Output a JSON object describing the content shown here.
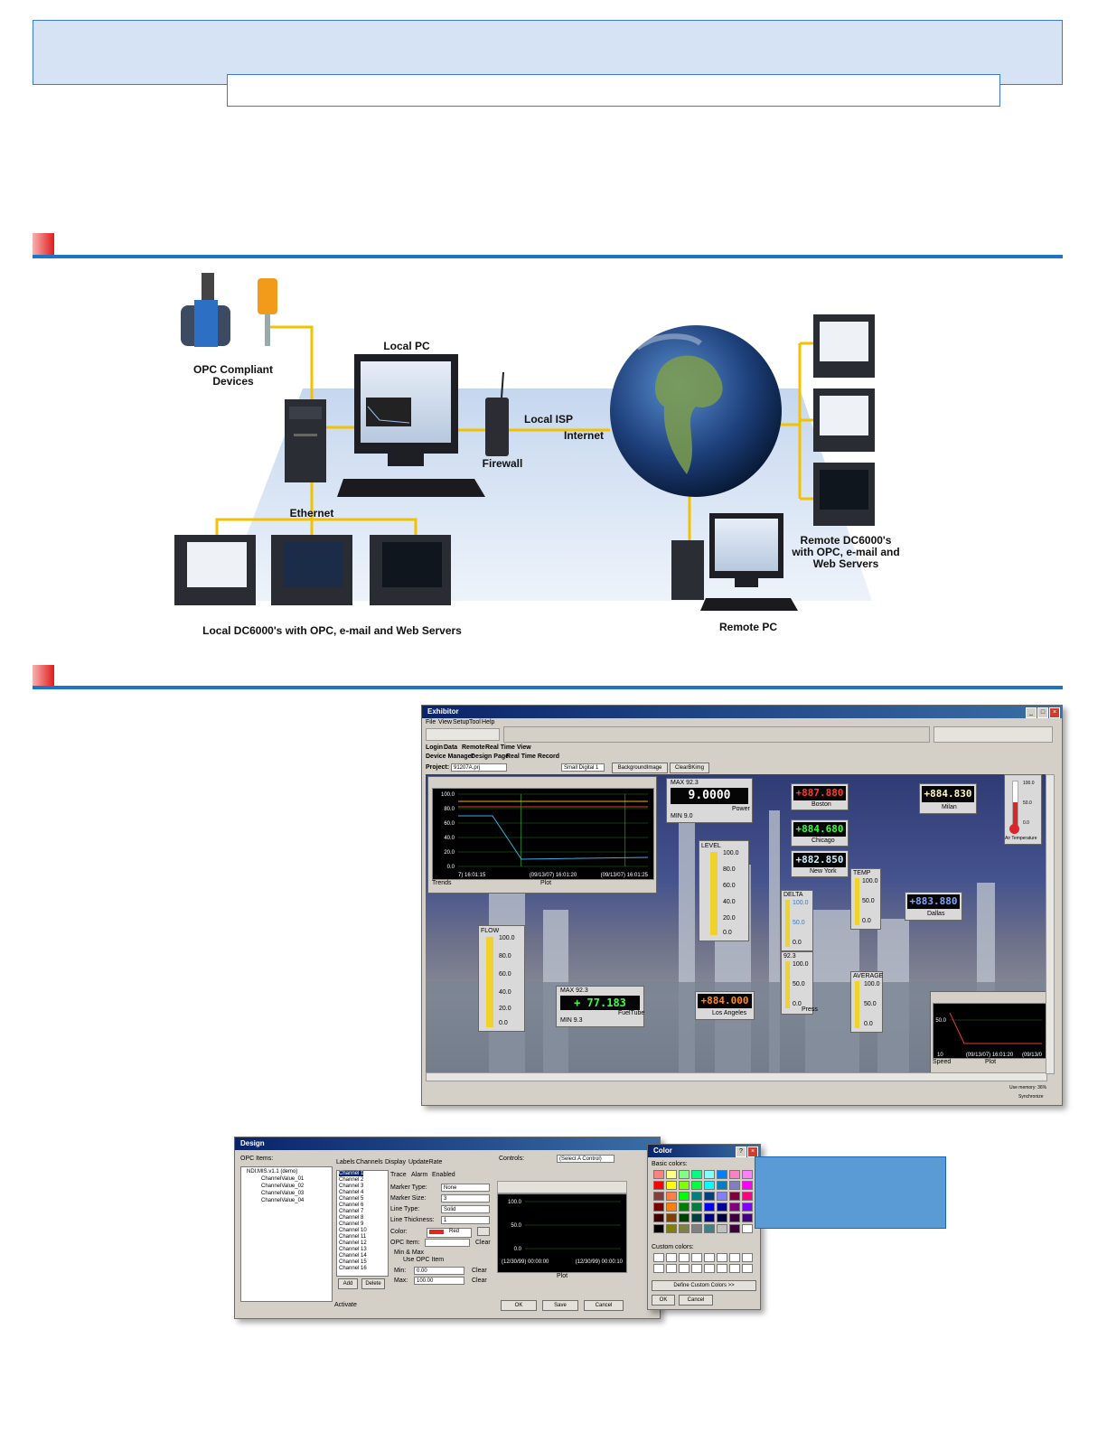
{
  "diagram": {
    "opc_devices": "OPC Compliant\nDevices",
    "local_pc": "Local PC",
    "local_isp": "Local ISP",
    "internet": "Internet",
    "firewall": "Firewall",
    "ethernet": "Ethernet",
    "remote_dc6000": "Remote DC6000's\nwith OPC, e-mail and\nWeb Servers",
    "remote_pc": "Remote PC",
    "local_dc6000": "Local DC6000's with OPC, e-mail and Web Servers"
  },
  "exhibitor": {
    "title": "Exhibitor",
    "menu": [
      "File",
      "View",
      "Setup",
      "Tool",
      "Help"
    ],
    "tabs_row1": [
      "Login",
      "Data",
      "Remote",
      "Real Time View"
    ],
    "tabs_row2": [
      "Device Manager",
      "Design Page",
      "Real Time Record"
    ],
    "project_label": "Project:",
    "project_value": "91207A.prj",
    "display_select": "Small Digital 1",
    "btn_background": "BackgroundImage",
    "btn_clear": "ClearBKimg",
    "trend": {
      "y_ticks": [
        "100.0",
        "80.0",
        "60.0",
        "40.0",
        "20.0",
        "0.0"
      ],
      "x_ticks": [
        "7) 16:01:15",
        "(09/13/07) 16:01:20",
        "(09/13/07) 16:01:25"
      ],
      "footer_left": "Trends",
      "footer_center": "Plot"
    },
    "power": {
      "max": "MAX  92.3",
      "value": "9.0000",
      "min": "MIN  9.0",
      "label": "Power"
    },
    "level": {
      "title": "LEVEL",
      "ticks": [
        "100.0",
        "80.0",
        "60.0",
        "40.0",
        "20.0",
        "0.0"
      ]
    },
    "flow": {
      "title": "FLOW",
      "ticks": [
        "100.0",
        "80.0",
        "60.0",
        "40.0",
        "20.0",
        "0.0"
      ]
    },
    "fuel": {
      "max": "MAX  92.3",
      "value": "+ 77.183",
      "min": "MIN  9.3",
      "label": "FuelTube"
    },
    "boston": {
      "value": "+887.880",
      "label": "Boston"
    },
    "chicago": {
      "value": "+884.680",
      "label": "Chicago"
    },
    "newyork": {
      "value": "+882.850",
      "label": "New York"
    },
    "milan": {
      "value": "+884.830",
      "label": "Milan"
    },
    "dallas": {
      "value": "+883.880",
      "label": "Dallas"
    },
    "losangeles": {
      "value": "+884.000",
      "label": "Los Angeles"
    },
    "temp": {
      "title": "TEMP",
      "ticks": [
        "100.0",
        "50.0",
        "0.0"
      ]
    },
    "delta": {
      "title": "DELTA",
      "ticks": [
        "100.0",
        "50.0",
        "0.0"
      ]
    },
    "press": {
      "title": "92.3",
      "ticks": [
        "100.0",
        "50.0",
        "0.0"
      ],
      "label": "Press"
    },
    "average": {
      "title": "AVERAGE",
      "ticks": [
        "100.0",
        "50.0",
        "0.0"
      ]
    },
    "air": {
      "ticks": [
        "100.0",
        "50.0",
        "0.0"
      ],
      "label": "Air Temperature"
    },
    "speed": {
      "y_tick": "50.0",
      "x_ticks": [
        "10",
        "(09/13/07) 16:01:20",
        "(09/13/0"
      ],
      "footer_left": "Speed",
      "footer_center": "Plot"
    },
    "status_memory": "Use memory: 36%",
    "status_sync": "Synchronize"
  },
  "design": {
    "title": "Design",
    "opc_items_label": "OPC Items:",
    "tree": [
      "NDI:MIS.v1.1 (demo)",
      "ChannelValue_01",
      "ChannelValue_02",
      "ChannelValue_03",
      "ChannelValue_04"
    ],
    "tabs": [
      "Labels",
      "Channels",
      "Display",
      "UpdateRate"
    ],
    "channels": [
      "Channel 1",
      "Channel 2",
      "Channel 3",
      "Channel 4",
      "Channel 5",
      "Channel 6",
      "Channel 7",
      "Channel 8",
      "Channel 9",
      "Channel 10",
      "Channel 11",
      "Channel 12",
      "Channel 13",
      "Channel 14",
      "Channel 15",
      "Channel 16"
    ],
    "subtabs": [
      "Trace",
      "Alarm",
      "Enabled"
    ],
    "marker_type_label": "Marker Type:",
    "marker_type_value": "None",
    "marker_size_label": "Marker Size:",
    "marker_size_value": "3",
    "line_type_label": "Line Type:",
    "line_type_value": "Solid",
    "line_thick_label": "Line Thickness:",
    "line_thick_value": "1",
    "color_label": "Color:",
    "color_value": "Red",
    "opc_item_label": "OPC Item:",
    "clear": "Clear",
    "minmax_label": "Min & Max",
    "use_opc": "Use OPC Item",
    "min_label": "Min:",
    "min_value": "0.00",
    "max_label": "Max:",
    "max_value": "100.00",
    "add": "Add",
    "delete": "Delete",
    "controls_label": "Controls:",
    "controls_value": "(Select A Control)",
    "plot_y_ticks": [
      "100.0",
      "50.0",
      "0.0"
    ],
    "plot_x_ticks": [
      "(12/30/99) 00:00:00",
      "(12/30/99) 00:00:10"
    ],
    "plot_label": "Plot",
    "activate": "Activate",
    "ok": "OK",
    "save": "Save",
    "cancel": "Cancel"
  },
  "color_dialog": {
    "title": "Color",
    "basic": "Basic colors:",
    "custom": "Custom colors:",
    "define": "Define Custom Colors >>",
    "ok": "OK",
    "cancel": "Cancel",
    "palette": [
      "#ff8080",
      "#ffff80",
      "#80ff80",
      "#00ff80",
      "#80ffff",
      "#0080ff",
      "#ff80c0",
      "#ff80ff",
      "#ff0000",
      "#ffff00",
      "#80ff00",
      "#00ff40",
      "#00ffff",
      "#0080c0",
      "#8080c0",
      "#ff00ff",
      "#804040",
      "#ff8040",
      "#00ff00",
      "#008080",
      "#004080",
      "#8080ff",
      "#800040",
      "#ff0080",
      "#800000",
      "#ff8000",
      "#008000",
      "#008040",
      "#0000ff",
      "#0000a0",
      "#800080",
      "#8000ff",
      "#400000",
      "#804000",
      "#004000",
      "#004040",
      "#000080",
      "#000040",
      "#400040",
      "#400080",
      "#000000",
      "#808000",
      "#808040",
      "#808080",
      "#408080",
      "#c0c0c0",
      "#400040",
      "#ffffff"
    ]
  }
}
